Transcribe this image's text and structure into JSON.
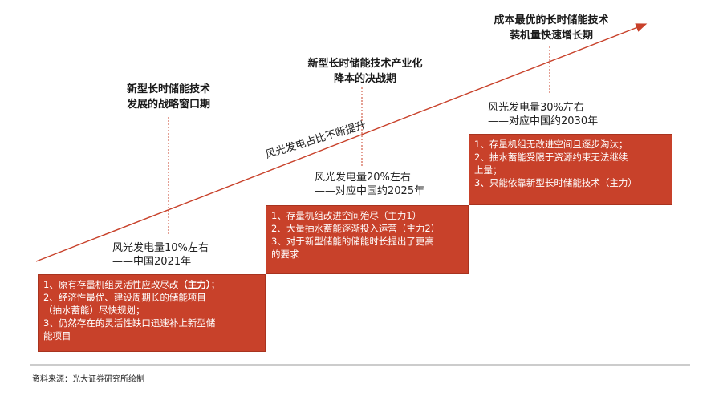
{
  "phases": [
    {
      "line1": "新型长时储能技术",
      "line2": "发展的战略窗口期"
    },
    {
      "line1": "新型长时储能技术产业化",
      "line2": "降本的决战期"
    },
    {
      "line1": "成本最优的长时储能技术",
      "line2": "装机量快速增长期"
    }
  ],
  "shares": [
    {
      "line1": "风光发电量10%左右",
      "line2": "——中国2021年"
    },
    {
      "line1": "风光发电量20%左右",
      "line2": "——对应中国约2025年"
    },
    {
      "line1": "风光发电量30%左右",
      "line2": "——对应中国约2030年"
    }
  ],
  "boxes": [
    {
      "line1_prefix": "1、原有存量机组灵活性应改尽改",
      "line1_emph": "（主力）",
      "line1_suffix": "；",
      "line2": "2、经济性最优、建设周期长的储能项目",
      "line3": "（抽水蓄能）尽快规划；",
      "line4": "3、仍然存在的灵活性缺口迅速补上新型储",
      "line5": "能项目"
    },
    {
      "line1": "1、存量机组改进空间殆尽（主力1）",
      "line2": "2、大量抽水蓄能逐渐投入运营（主力2）",
      "line3": "3、对于新型储能的储能时长提出了更高",
      "line4": "的要求"
    },
    {
      "line1": "1、存量机组无改进空间且逐步淘汰；",
      "line2": "2、抽水蓄能受限于资源约束无法继续",
      "line3": "上量；",
      "line4": "3、只能依靠新型长时储能技术（主力）"
    }
  ],
  "arrow_label": "风光发电占比不断提升",
  "source": "资料来源：光大证券研究所绘制",
  "colors": {
    "box": "#c8412a",
    "arrow": "#c8412a",
    "dash": "#c8412a"
  }
}
